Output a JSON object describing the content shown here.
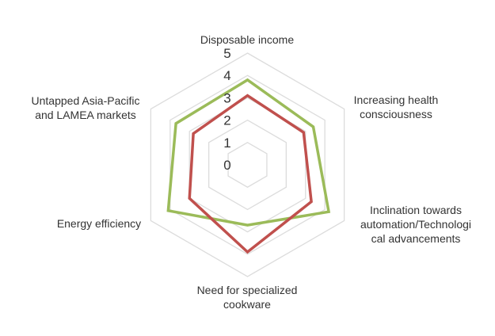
{
  "chart_data": {
    "type": "radar",
    "title": "",
    "categories": [
      "Disposable income",
      "Increasing health\nconsciousness",
      "Inclination towards\nautomation/Technologi\ncal advancements",
      "Need for specialized\ncookware",
      "Energy efficiency",
      "Untapped Asia-Pacific\nand LAMEA markets"
    ],
    "rlim": [
      0,
      5
    ],
    "ticks": [
      "0",
      "1",
      "2",
      "3",
      "4",
      "5"
    ],
    "grid": true,
    "legend": "none",
    "series": [
      {
        "color": "#9bbb59",
        "values": [
          3.8,
          3.4,
          4.2,
          2.7,
          4.1,
          3.7
        ]
      },
      {
        "color": "#c0504d",
        "values": [
          3.1,
          2.9,
          3.3,
          3.9,
          3.0,
          2.8
        ]
      }
    ]
  }
}
